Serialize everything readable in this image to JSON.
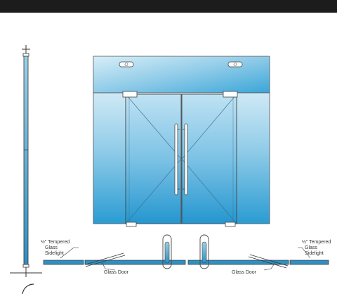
{
  "labels": {
    "sidelight_left": [
      "½\" Tempered",
      "Glass",
      "Sidelight"
    ],
    "sidelight_right": [
      "½\" Tempered",
      "Glass",
      "Sidelight"
    ],
    "door_left": "Glass Door",
    "door_right": "Glass Door"
  },
  "colors": {
    "glass_light": "#cde9f6",
    "glass_dark": "#2e9fd3",
    "outline": "#4a4a4a",
    "top_bar": "#1c1c1c"
  },
  "icons": {
    "pivot": "pivot-hinge-icon",
    "patch": "patch-fitting-icon",
    "pull": "ladder-pull-handle-icon"
  }
}
